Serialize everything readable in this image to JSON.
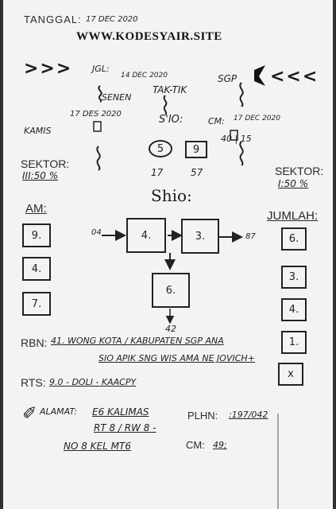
{
  "header": {
    "tanggal_label": "TANGGAL:",
    "tanggal_value": "17 DEC 2020",
    "watermark": "WWW.KODESYAIR.SITE"
  },
  "top": {
    "arrows_left": ">>>",
    "arrows_right": "<<<",
    "jgl_label": "JGL:",
    "jgl_date": "14 DEC 2020",
    "senen": "SENEN",
    "taktik": "TAK-TIK",
    "sgp_label": "SGP",
    "date_left": "17 DES 2020",
    "kamis": "KAMIS",
    "sio_label": "S'IO:",
    "cm_label": "CM:",
    "cm_date": "17 DEC 2020",
    "cm_values": "40 | 15"
  },
  "sektor_left": {
    "label": "SEKTOR:",
    "value": "III:50 %"
  },
  "sektor_right": {
    "label": "SEKTOR:",
    "value": "I:50 %"
  },
  "sio_boxes": {
    "left_value": "5",
    "right_value": "9",
    "left_below": "17",
    "right_below": "57"
  },
  "shio_title": "Shio:",
  "am": {
    "label": "AM:",
    "values": [
      "9.",
      "4.",
      "7."
    ]
  },
  "jumlah": {
    "label": "JUMLAH:",
    "values": [
      "6.",
      "3.",
      "4.",
      "1.",
      "x"
    ]
  },
  "flow": {
    "left_arrow_label": "04",
    "box_left": "4.",
    "box_mid": "3.",
    "right_arrow_label": "87",
    "box_bottom": "6.",
    "below_label": "42"
  },
  "rbn": {
    "label": "RBN:",
    "line1": "41. WONG KOTA / KABUPATEN SGP ANA",
    "line2": "SIO APIK SNG WIS AMA NE JOVICH+"
  },
  "rts": {
    "label": "RTS:",
    "value": "9.0 - DOLI - KAACPY"
  },
  "alamat": {
    "label": "ALAMAT:",
    "line1": "E6 KALIMAS",
    "line2": "RT 8 / RW 8 -",
    "line3": "NO 8 KEL MT6"
  },
  "plhn": {
    "label": "PLHN:",
    "value": ":197/042"
  },
  "cm_bottom": {
    "label": "CM:",
    "value": "49;"
  },
  "colors": {
    "paper": "#f3f3f1",
    "ink": "#222222",
    "background": "#2f2f32"
  }
}
